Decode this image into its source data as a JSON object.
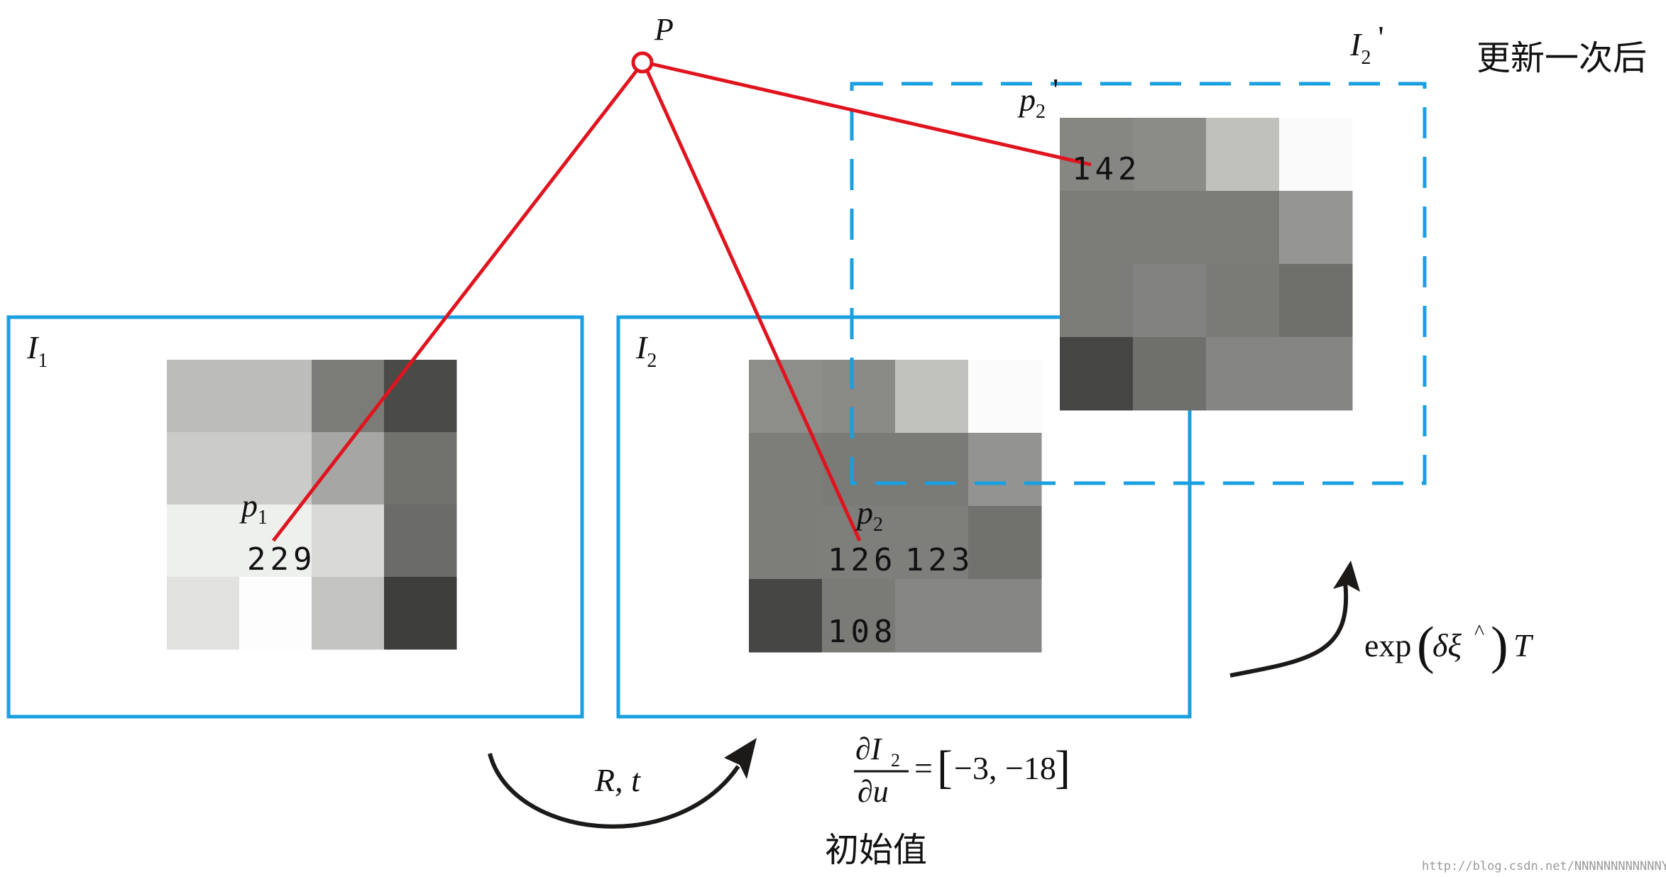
{
  "labels": {
    "point_p": "P",
    "image1": "I",
    "image1_sub": "1",
    "image2": "I",
    "image2_sub": "2",
    "image2_updated": "I",
    "image2_updated_sub": "2",
    "image2_updated_prime": "'",
    "p1": "p",
    "p1_sub": "1",
    "p2": "p",
    "p2_sub": "2",
    "p2_updated": "p",
    "p2_updated_sub": "2",
    "p2_updated_prime": "'"
  },
  "values": {
    "p1_value": "229",
    "p2_value": "126",
    "p2_right_value": "123",
    "p2_below_value": "108",
    "p2_updated_value": "142"
  },
  "captions": {
    "rt": "R, t",
    "initial": "初始值",
    "after_update": "更新一次后",
    "exp_update": "exp",
    "exp_delta": "δξ",
    "exp_hat": "^",
    "exp_t": "T",
    "grad_num": "∂I",
    "grad_num_sub": "2",
    "grad_den": "∂u",
    "grad_eq": "=",
    "grad_value": "−3, −18"
  },
  "watermark": "http://blog.csdn.net/NNNNNNNNNNNNY",
  "colors": {
    "frame_blue": "#1a9fe0",
    "ray_red": "#e0141e",
    "arrow_dark": "#1c1a18"
  },
  "patches": {
    "patch1": [
      [
        "#bcbcba",
        "#bcbcba",
        "#7b7b78",
        "#4a4a48"
      ],
      [
        "#cbcbc9",
        "#cbcbc9",
        "#a6a6a4",
        "#71716e"
      ],
      [
        "#eef0ee",
        "#eef0ee",
        "#d9d9d7",
        "#6b6b69"
      ],
      [
        "#e2e2e0",
        "#fdfdfd",
        "#c3c3c1",
        "#3e3e3c"
      ]
    ],
    "patch2": [
      [
        "#8d8d8a",
        "#8a8a87",
        "#c1c1be",
        "#fbfbfb"
      ],
      [
        "#7d7d7a",
        "#7a7a77",
        "#7a7a77",
        "#939391"
      ],
      [
        "#7d7d7a",
        "#7e7e7b",
        "#7e7e7b",
        "#71716e"
      ],
      [
        "#464644",
        "#7a7a77",
        "#868684",
        "#868684"
      ]
    ],
    "patch3": [
      [
        "#868683",
        "#8b8b88",
        "#c0c0bd",
        "#fafafa"
      ],
      [
        "#7b7b78",
        "#7b7b78",
        "#7b7b78",
        "#959593"
      ],
      [
        "#7b7b78",
        "#828280",
        "#7a7a77",
        "#6f6f6c"
      ],
      [
        "#454543",
        "#6f6f6c",
        "#858583",
        "#858583"
      ]
    ]
  }
}
